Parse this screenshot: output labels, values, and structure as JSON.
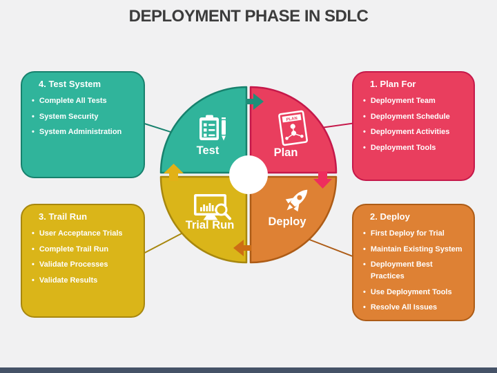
{
  "title": "DEPLOYMENT PHASE IN SDLC",
  "bullet_char": "•",
  "colors": {
    "bg": "#f1f1f2",
    "title-text": "#3c3c3c",
    "footer-bar": "#455267",
    "white": "#ffffff",
    "teal": "#30b49b",
    "teal-dark": "#17816d",
    "pink": "#e93e5e",
    "pink-dark": "#c5184a",
    "gold": "#dab519",
    "gold-dark": "#a7870e",
    "orange": "#de8134",
    "orange-dark": "#ad5c17",
    "arrow-teal": "#1f8e79",
    "arrow-gold": "#e2b117",
    "arrow-pink": "#ee2d5d",
    "arrow-orange": "#cd6d15"
  },
  "wheel": {
    "segments": {
      "test": {
        "label": "Test",
        "icon": "checklist-pencil-icon"
      },
      "plan": {
        "label": "Plan",
        "icon": "plan-document-icon",
        "doc_label": "PLAN"
      },
      "trial_run": {
        "label": "Trial Run",
        "icon": "monitor-magnifier-icon"
      },
      "deploy": {
        "label": "Deploy",
        "icon": "rocket-icon"
      }
    }
  },
  "boxes": {
    "plan_for": {
      "title": "1. Plan For",
      "items": [
        "Deployment Team",
        "Deployment Schedule",
        "Deployment Activities",
        "Deployment Tools"
      ]
    },
    "deploy": {
      "title": "2. Deploy",
      "items": [
        "First Deploy for Trial",
        "Maintain Existing System",
        "Deployment Best Practices",
        "Use Deployment Tools",
        "Resolve All Issues"
      ]
    },
    "trail_run": {
      "title": "3. Trail Run",
      "items": [
        "User Acceptance Trials",
        "Complete Trail Run",
        "Validate Processes",
        "Validate Results"
      ]
    },
    "test_system": {
      "title": "4. Test System",
      "items": [
        "Complete All Tests",
        "System Security",
        "System Administration"
      ]
    }
  }
}
